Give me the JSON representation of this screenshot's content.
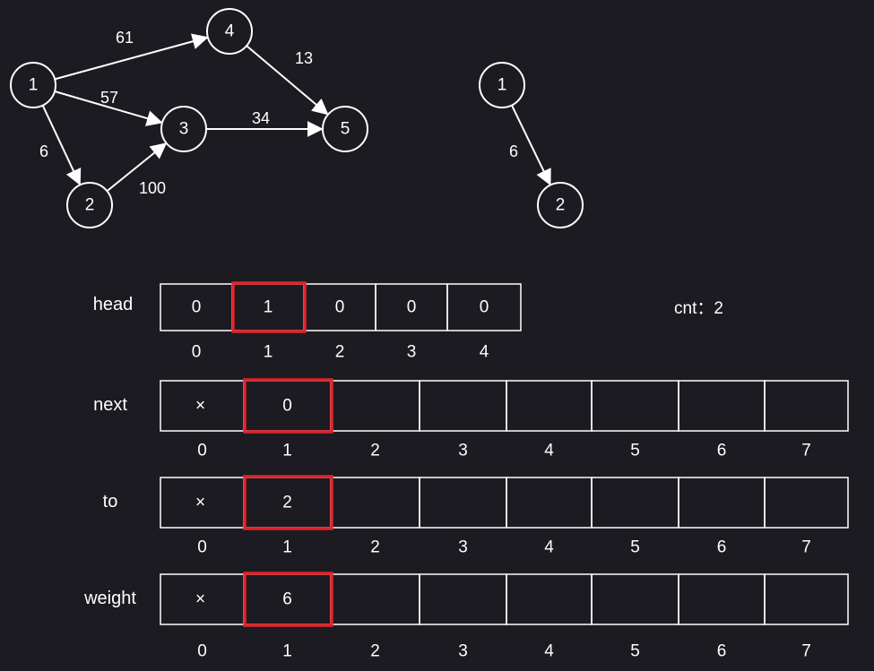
{
  "left_graph": {
    "nodes": [
      {
        "id": "n1",
        "label": "1"
      },
      {
        "id": "n4",
        "label": "4"
      },
      {
        "id": "n3",
        "label": "3"
      },
      {
        "id": "n5",
        "label": "5"
      },
      {
        "id": "n2",
        "label": "2"
      }
    ],
    "edges": [
      {
        "from": "n1",
        "to": "n4",
        "weight": "61"
      },
      {
        "from": "n1",
        "to": "n3",
        "weight": "57"
      },
      {
        "from": "n1",
        "to": "n2",
        "weight": "6"
      },
      {
        "from": "n4",
        "to": "n5",
        "weight": "13"
      },
      {
        "from": "n3",
        "to": "n5",
        "weight": "34"
      },
      {
        "from": "n2",
        "to": "n3",
        "weight": "100"
      }
    ]
  },
  "right_graph": {
    "nodes": [
      {
        "id": "m1",
        "label": "1"
      },
      {
        "id": "m2",
        "label": "2"
      }
    ],
    "edges": [
      {
        "from": "m1",
        "to": "m2",
        "weight": "6"
      }
    ]
  },
  "cnt_label": "cnt：2",
  "arrays": [
    {
      "name": "head",
      "cells": [
        "0",
        "1",
        "0",
        "0",
        "0"
      ],
      "indices": [
        "0",
        "1",
        "2",
        "3",
        "4"
      ],
      "highlight": 1
    },
    {
      "name": "next",
      "cells": [
        "×",
        "0",
        "",
        "",
        "",
        "",
        "",
        ""
      ],
      "indices": [
        "0",
        "1",
        "2",
        "3",
        "4",
        "5",
        "6",
        "7"
      ],
      "highlight": 1
    },
    {
      "name": "to",
      "cells": [
        "×",
        "2",
        "",
        "",
        "",
        "",
        "",
        ""
      ],
      "indices": [
        "0",
        "1",
        "2",
        "3",
        "4",
        "5",
        "6",
        "7"
      ],
      "highlight": 1
    },
    {
      "name": "weight",
      "cells": [
        "×",
        "6",
        "",
        "",
        "",
        "",
        "",
        ""
      ],
      "indices": [
        "0",
        "1",
        "2",
        "3",
        "4",
        "5",
        "6",
        "7"
      ],
      "highlight": 1
    }
  ],
  "colors": {
    "background": "#1c1b21",
    "stroke": "#ffffff",
    "highlight": "#e0242b"
  }
}
